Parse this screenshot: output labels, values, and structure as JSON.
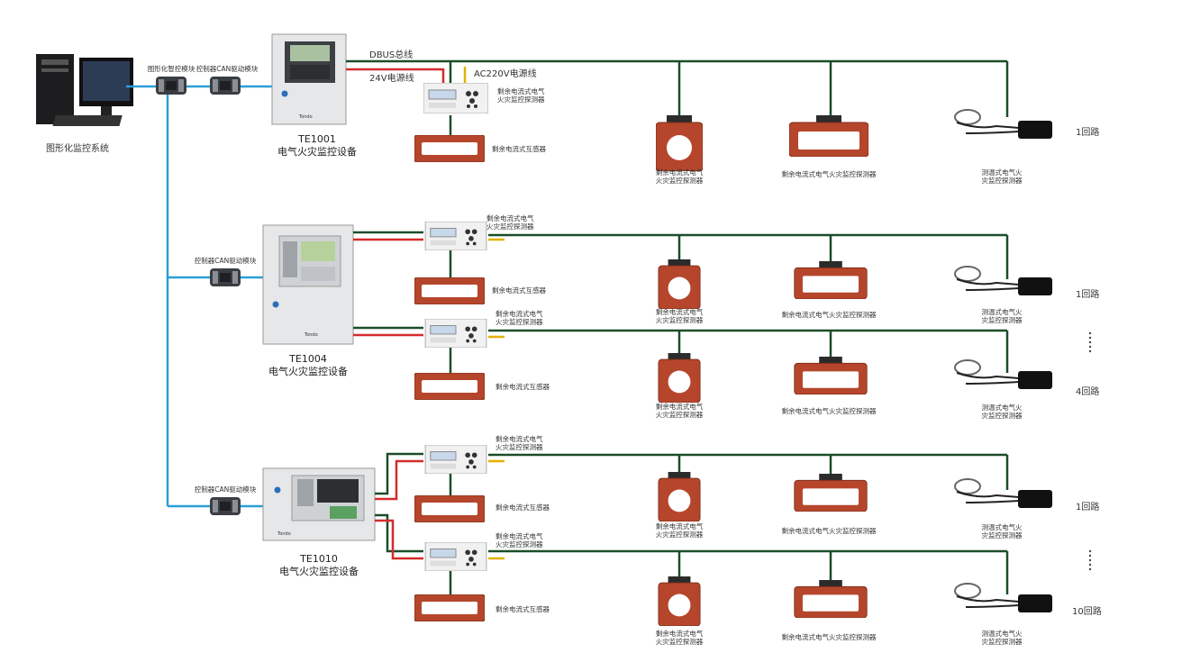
{
  "colors": {
    "bus": "#1b4d2a",
    "can": "#2a9fd6",
    "power24": "#d42b2b",
    "ac220": "#e5b000",
    "sensor": "#b5462c"
  },
  "pc": {
    "label": "图形化监控系统"
  },
  "top_modules": {
    "left_label": "图形化智控模块",
    "right_label": "控制器CAN驱动模块"
  },
  "can_module_label": "控制器CAN驱动模块",
  "wires": {
    "dbus": "DBUS总线",
    "v24": "24V电源线",
    "ac220": "AC220V电源线"
  },
  "labels": {
    "detector": "剩余电流式电气火灾监控探测器",
    "det_line1": "剩余电流式电气",
    "det_line2": "火灾监控探测器",
    "transformer": "剩余电流式互感器",
    "temp_line1": "测温式电气火",
    "temp_line2": "灾监控探测器"
  },
  "groups": [
    {
      "model": "TE1001",
      "desc": "电气火灾监控设备",
      "brand": "Tondo",
      "loops": [
        "1回路"
      ]
    },
    {
      "model": "TE1004",
      "desc": "电气火灾监控设备",
      "brand": "Tondo",
      "loops": [
        "1回路",
        "4回路"
      ]
    },
    {
      "model": "TE1010",
      "desc": "电气火灾监控设备",
      "brand": "Tondo",
      "loops": [
        "1回路",
        "10回路"
      ]
    }
  ]
}
